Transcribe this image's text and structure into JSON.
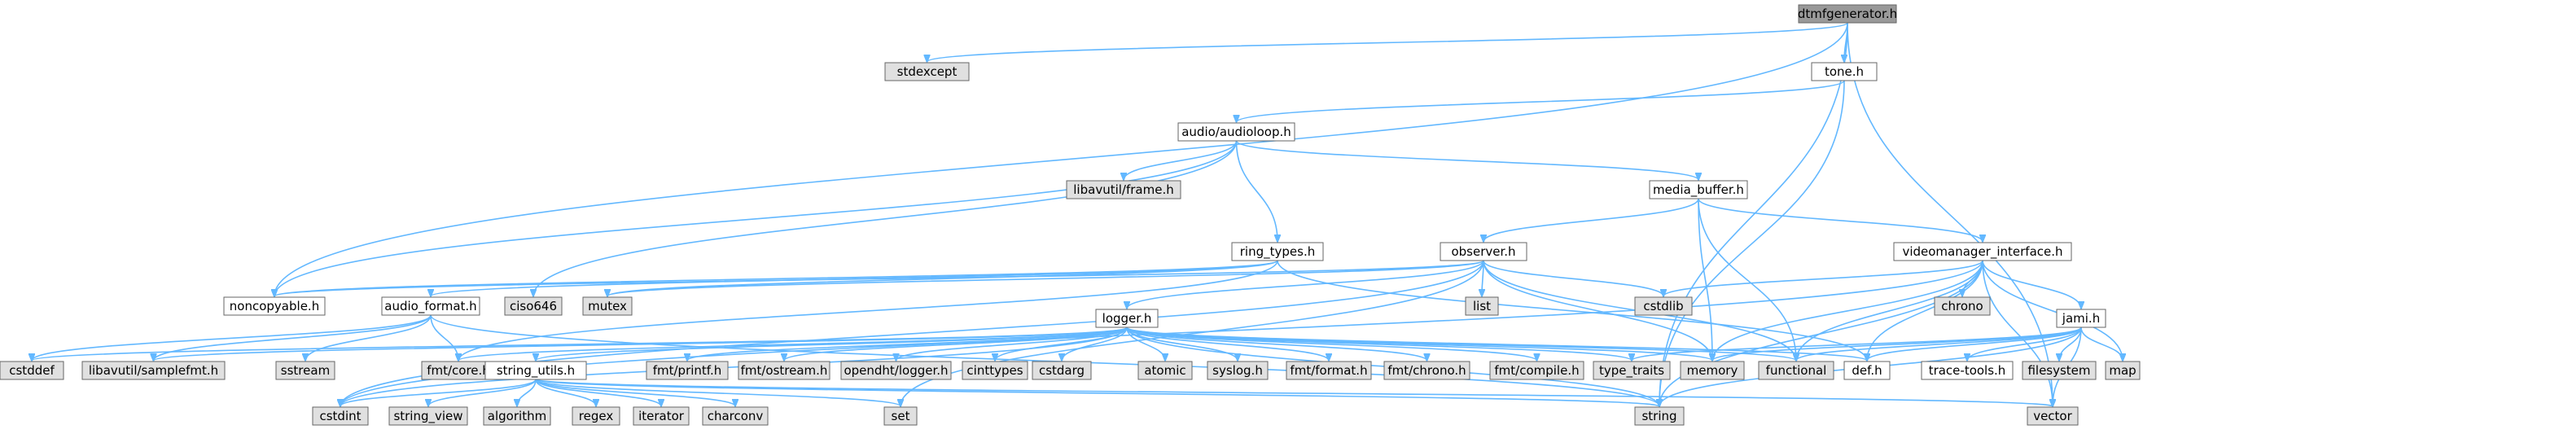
{
  "colors": {
    "root_fill": "#999999",
    "project_fill": "#ffffff",
    "system_fill": "#e0e0e0",
    "border": "#666666",
    "edge": "#63b8ff",
    "text": "#000000"
  },
  "nodes": [
    {
      "id": "dtmfgenerator",
      "label": "dtmfgenerator.h",
      "kind": "root"
    },
    {
      "id": "stdexcept",
      "label": "stdexcept",
      "kind": "system"
    },
    {
      "id": "tone",
      "label": "tone.h",
      "kind": "project"
    },
    {
      "id": "audioloop",
      "label": "audio/audioloop.h",
      "kind": "project"
    },
    {
      "id": "libavframe",
      "label": "libavutil/frame.h",
      "kind": "system"
    },
    {
      "id": "media_buffer",
      "label": "media_buffer.h",
      "kind": "project"
    },
    {
      "id": "ring_types",
      "label": "ring_types.h",
      "kind": "project"
    },
    {
      "id": "observer",
      "label": "observer.h",
      "kind": "project"
    },
    {
      "id": "videomanager",
      "label": "videomanager_interface.h",
      "kind": "project"
    },
    {
      "id": "noncopyable",
      "label": "noncopyable.h",
      "kind": "project"
    },
    {
      "id": "audio_format",
      "label": "audio_format.h",
      "kind": "project"
    },
    {
      "id": "ciso646",
      "label": "ciso646",
      "kind": "system"
    },
    {
      "id": "mutex",
      "label": "mutex",
      "kind": "system"
    },
    {
      "id": "list",
      "label": "list",
      "kind": "system"
    },
    {
      "id": "cstdlib",
      "label": "cstdlib",
      "kind": "system"
    },
    {
      "id": "chrono",
      "label": "chrono",
      "kind": "system"
    },
    {
      "id": "jami",
      "label": "jami.h",
      "kind": "project"
    },
    {
      "id": "logger",
      "label": "logger.h",
      "kind": "project"
    },
    {
      "id": "cstddef",
      "label": "cstddef",
      "kind": "system"
    },
    {
      "id": "samplefmt",
      "label": "libavutil/samplefmt.h",
      "kind": "system"
    },
    {
      "id": "sstream",
      "label": "sstream",
      "kind": "system"
    },
    {
      "id": "fmtcore",
      "label": "fmt/core.h",
      "kind": "system"
    },
    {
      "id": "string_utils",
      "label": "string_utils.h",
      "kind": "project"
    },
    {
      "id": "fmtprintf",
      "label": "fmt/printf.h",
      "kind": "system"
    },
    {
      "id": "fmtostream",
      "label": "fmt/ostream.h",
      "kind": "system"
    },
    {
      "id": "opendht",
      "label": "opendht/logger.h",
      "kind": "system"
    },
    {
      "id": "cinttypes",
      "label": "cinttypes",
      "kind": "system"
    },
    {
      "id": "cstdarg",
      "label": "cstdarg",
      "kind": "system"
    },
    {
      "id": "atomic",
      "label": "atomic",
      "kind": "system"
    },
    {
      "id": "syslog",
      "label": "syslog.h",
      "kind": "system"
    },
    {
      "id": "fmtformat",
      "label": "fmt/format.h",
      "kind": "system"
    },
    {
      "id": "fmtchrono",
      "label": "fmt/chrono.h",
      "kind": "system"
    },
    {
      "id": "fmtcompile",
      "label": "fmt/compile.h",
      "kind": "system"
    },
    {
      "id": "type_traits",
      "label": "type_traits",
      "kind": "system"
    },
    {
      "id": "memory",
      "label": "memory",
      "kind": "system"
    },
    {
      "id": "functional",
      "label": "functional",
      "kind": "system"
    },
    {
      "id": "def",
      "label": "def.h",
      "kind": "project"
    },
    {
      "id": "trace",
      "label": "trace-tools.h",
      "kind": "project"
    },
    {
      "id": "filesystem",
      "label": "filesystem",
      "kind": "system"
    },
    {
      "id": "map",
      "label": "map",
      "kind": "system"
    },
    {
      "id": "cstdint",
      "label": "cstdint",
      "kind": "system"
    },
    {
      "id": "string_view",
      "label": "string_view",
      "kind": "system"
    },
    {
      "id": "algorithm",
      "label": "algorithm",
      "kind": "system"
    },
    {
      "id": "regex",
      "label": "regex",
      "kind": "system"
    },
    {
      "id": "iterator",
      "label": "iterator",
      "kind": "system"
    },
    {
      "id": "charconv",
      "label": "charconv",
      "kind": "system"
    },
    {
      "id": "set",
      "label": "set",
      "kind": "system"
    },
    {
      "id": "string",
      "label": "string",
      "kind": "system"
    },
    {
      "id": "vector",
      "label": "vector",
      "kind": "system"
    }
  ],
  "edges": [
    [
      "dtmfgenerator",
      "stdexcept"
    ],
    [
      "dtmfgenerator",
      "tone"
    ],
    [
      "dtmfgenerator",
      "noncopyable"
    ],
    [
      "dtmfgenerator",
      "string"
    ],
    [
      "dtmfgenerator",
      "vector"
    ],
    [
      "tone",
      "audioloop"
    ],
    [
      "tone",
      "string"
    ],
    [
      "audioloop",
      "libavframe"
    ],
    [
      "audioloop",
      "media_buffer"
    ],
    [
      "audioloop",
      "ring_types"
    ],
    [
      "audioloop",
      "noncopyable"
    ],
    [
      "audioloop",
      "ciso646"
    ],
    [
      "media_buffer",
      "observer"
    ],
    [
      "media_buffer",
      "videomanager"
    ],
    [
      "media_buffer",
      "memory"
    ],
    [
      "media_buffer",
      "functional"
    ],
    [
      "ring_types",
      "noncopyable"
    ],
    [
      "ring_types",
      "audio_format"
    ],
    [
      "ring_types",
      "mutex"
    ],
    [
      "ring_types",
      "fmtcore"
    ],
    [
      "ring_types",
      "def"
    ],
    [
      "observer",
      "noncopyable"
    ],
    [
      "observer",
      "mutex"
    ],
    [
      "observer",
      "list"
    ],
    [
      "observer",
      "cstdlib"
    ],
    [
      "observer",
      "logger"
    ],
    [
      "observer",
      "memory"
    ],
    [
      "observer",
      "functional"
    ],
    [
      "observer",
      "set"
    ],
    [
      "observer",
      "cstdint"
    ],
    [
      "videomanager",
      "cstdlib"
    ],
    [
      "videomanager",
      "chrono"
    ],
    [
      "videomanager",
      "jami"
    ],
    [
      "videomanager",
      "memory"
    ],
    [
      "videomanager",
      "functional"
    ],
    [
      "videomanager",
      "def"
    ],
    [
      "videomanager",
      "map"
    ],
    [
      "videomanager",
      "string"
    ],
    [
      "videomanager",
      "vector"
    ],
    [
      "videomanager",
      "cstdint"
    ],
    [
      "audio_format",
      "cstddef"
    ],
    [
      "audio_format",
      "samplefmt"
    ],
    [
      "audio_format",
      "sstream"
    ],
    [
      "audio_format",
      "fmtcore"
    ],
    [
      "audio_format",
      "string"
    ],
    [
      "logger",
      "fmtcore"
    ],
    [
      "logger",
      "string_utils"
    ],
    [
      "logger",
      "fmtprintf"
    ],
    [
      "logger",
      "fmtostream"
    ],
    [
      "logger",
      "opendht"
    ],
    [
      "logger",
      "cinttypes"
    ],
    [
      "logger",
      "cstdarg"
    ],
    [
      "logger",
      "atomic"
    ],
    [
      "logger",
      "syslog"
    ],
    [
      "logger",
      "fmtformat"
    ],
    [
      "logger",
      "fmtchrono"
    ],
    [
      "logger",
      "fmtcompile"
    ],
    [
      "logger",
      "type_traits"
    ],
    [
      "logger",
      "memory"
    ],
    [
      "logger",
      "functional"
    ],
    [
      "logger",
      "def"
    ],
    [
      "logger",
      "string"
    ],
    [
      "logger",
      "cstdint"
    ],
    [
      "logger",
      "cstddef"
    ],
    [
      "logger",
      "samplefmt"
    ],
    [
      "jami",
      "type_traits"
    ],
    [
      "jami",
      "memory"
    ],
    [
      "jami",
      "functional"
    ],
    [
      "jami",
      "def"
    ],
    [
      "jami",
      "trace"
    ],
    [
      "jami",
      "filesystem"
    ],
    [
      "jami",
      "map"
    ],
    [
      "jami",
      "string"
    ],
    [
      "jami",
      "vector"
    ],
    [
      "string_utils",
      "cstdint"
    ],
    [
      "string_utils",
      "string_view"
    ],
    [
      "string_utils",
      "algorithm"
    ],
    [
      "string_utils",
      "regex"
    ],
    [
      "string_utils",
      "iterator"
    ],
    [
      "string_utils",
      "charconv"
    ],
    [
      "string_utils",
      "set"
    ],
    [
      "string_utils",
      "string"
    ],
    [
      "string_utils",
      "vector"
    ]
  ]
}
